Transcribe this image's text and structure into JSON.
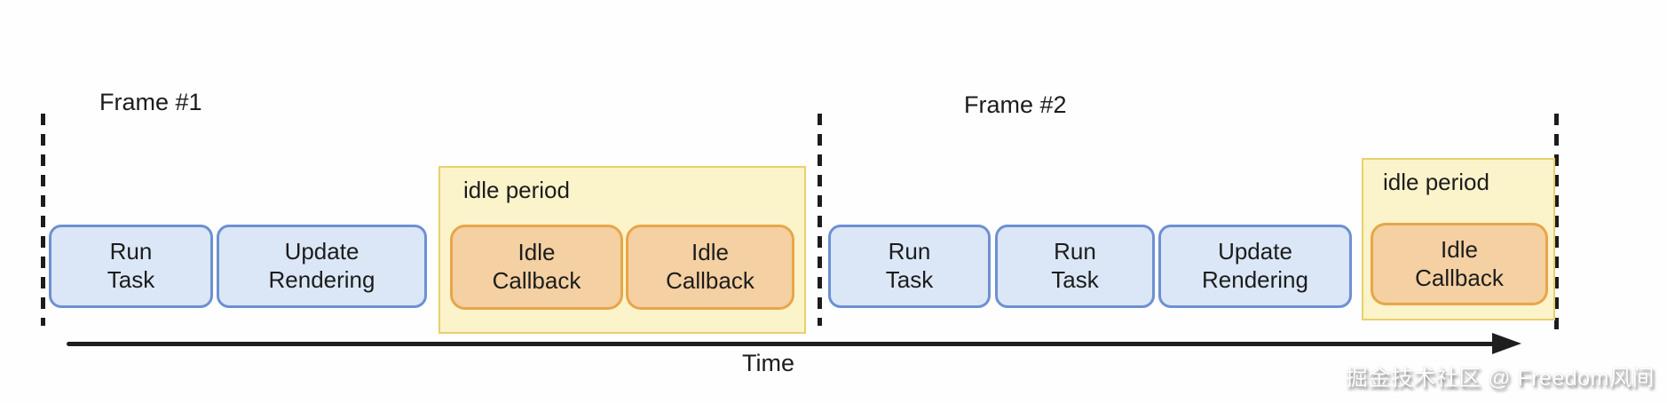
{
  "frame1": {
    "label": "Frame #1",
    "run_task": "Run\nTask",
    "update_rendering": "Update\nRendering",
    "idle_period": {
      "label": "idle period",
      "callback1": "Idle\nCallback",
      "callback2": "Idle\nCallback"
    }
  },
  "frame2": {
    "label": "Frame #2",
    "run_task1": "Run\nTask",
    "run_task2": "Run\nTask",
    "update_rendering": "Update\nRendering",
    "idle_period": {
      "label": "idle period",
      "callback1": "Idle\nCallback"
    }
  },
  "axis": {
    "label": "Time"
  },
  "watermark": {
    "text": "掘金技术社区 @ Freedom风间"
  },
  "colors": {
    "task_box_fill": "#dbe7f6",
    "task_box_border": "#6d90d3",
    "idle_period_fill": "#fbf3ca",
    "idle_period_border": "#e8d16a",
    "idle_callback_fill": "#f4d0a2",
    "idle_callback_border": "#e7a649",
    "boundary_line": "#1c1c1c",
    "axis_line": "#1e1e1e",
    "text": "#1c1c1c"
  }
}
